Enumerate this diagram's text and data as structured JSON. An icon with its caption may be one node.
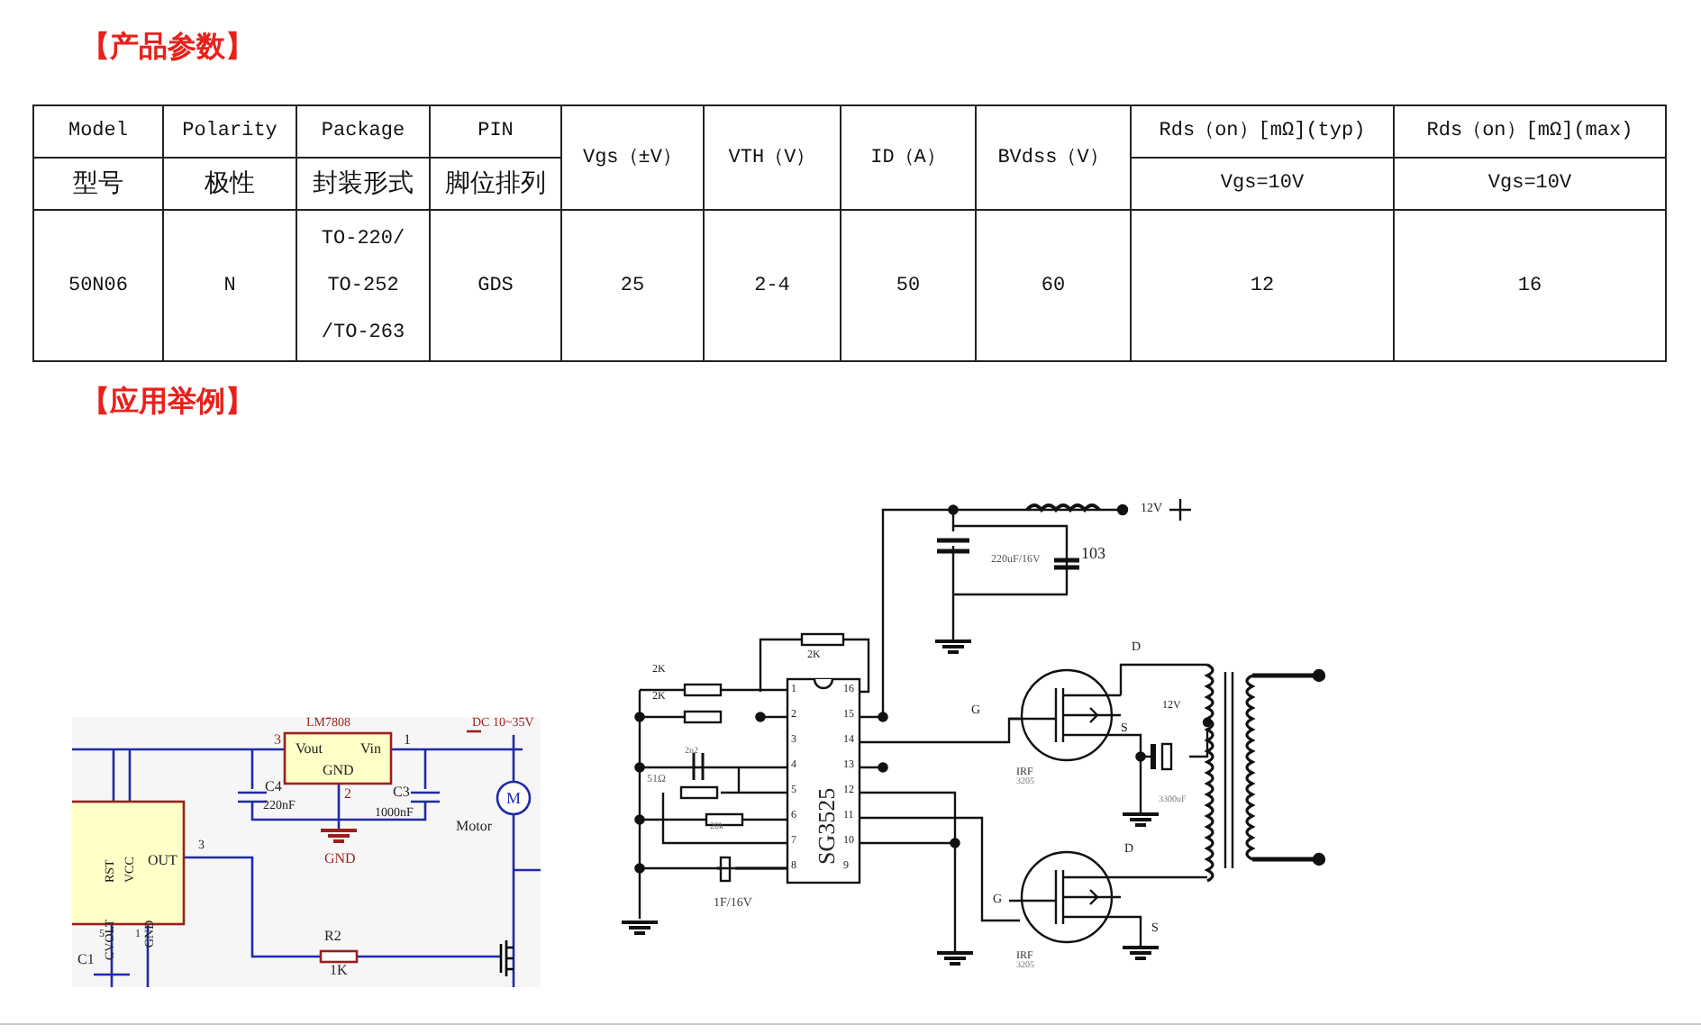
{
  "diagram": {
    "labels": [
      "【产品参数】",
      "Model",
      "Polarity",
      "Package",
      "PIN",
      "Vgs（±V）",
      "VTH（V）",
      "ID（A）",
      "BVdss（V）",
      "Rds（on）[mΩ](typ)",
      "Rds（on）[mΩ](max)",
      "型号",
      "极性",
      "封装形式",
      "脚位排列",
      "Vgs=10V",
      "Vgs=10V",
      "50N06",
      "N",
      "TO-220/ TO-252 /TO-263",
      "GDS",
      "25",
      "2-4",
      "50",
      "60",
      "12",
      "16",
      "【应用举例】",
      "LM7808",
      "DC 10~35V",
      "3",
      "Vout",
      "Vin",
      "1",
      "GND",
      "C4",
      "220nF",
      "2",
      "C3",
      "1000nF",
      "M",
      "GND",
      "Motor",
      "RST",
      "VCC",
      "OUT",
      "3",
      "CVOLT",
      "GND",
      "5",
      "1",
      "R2",
      "1K",
      "C1",
      "12V",
      "220uF/16V",
      "103",
      "2K",
      "2K",
      "2K",
      "1",
      "16",
      "2",
      "15",
      "3",
      "14",
      "4",
      "13",
      "5",
      "12",
      "6",
      "11",
      "7",
      "10",
      "8",
      "9",
      "SG3525",
      "2n2",
      "51Ω",
      "20k",
      "1F/16V",
      "G",
      "D",
      "S",
      "IRF",
      "3205",
      "12V",
      "3300uF",
      "G",
      "D",
      "S",
      "IRF",
      "3205"
    ]
  }
}
